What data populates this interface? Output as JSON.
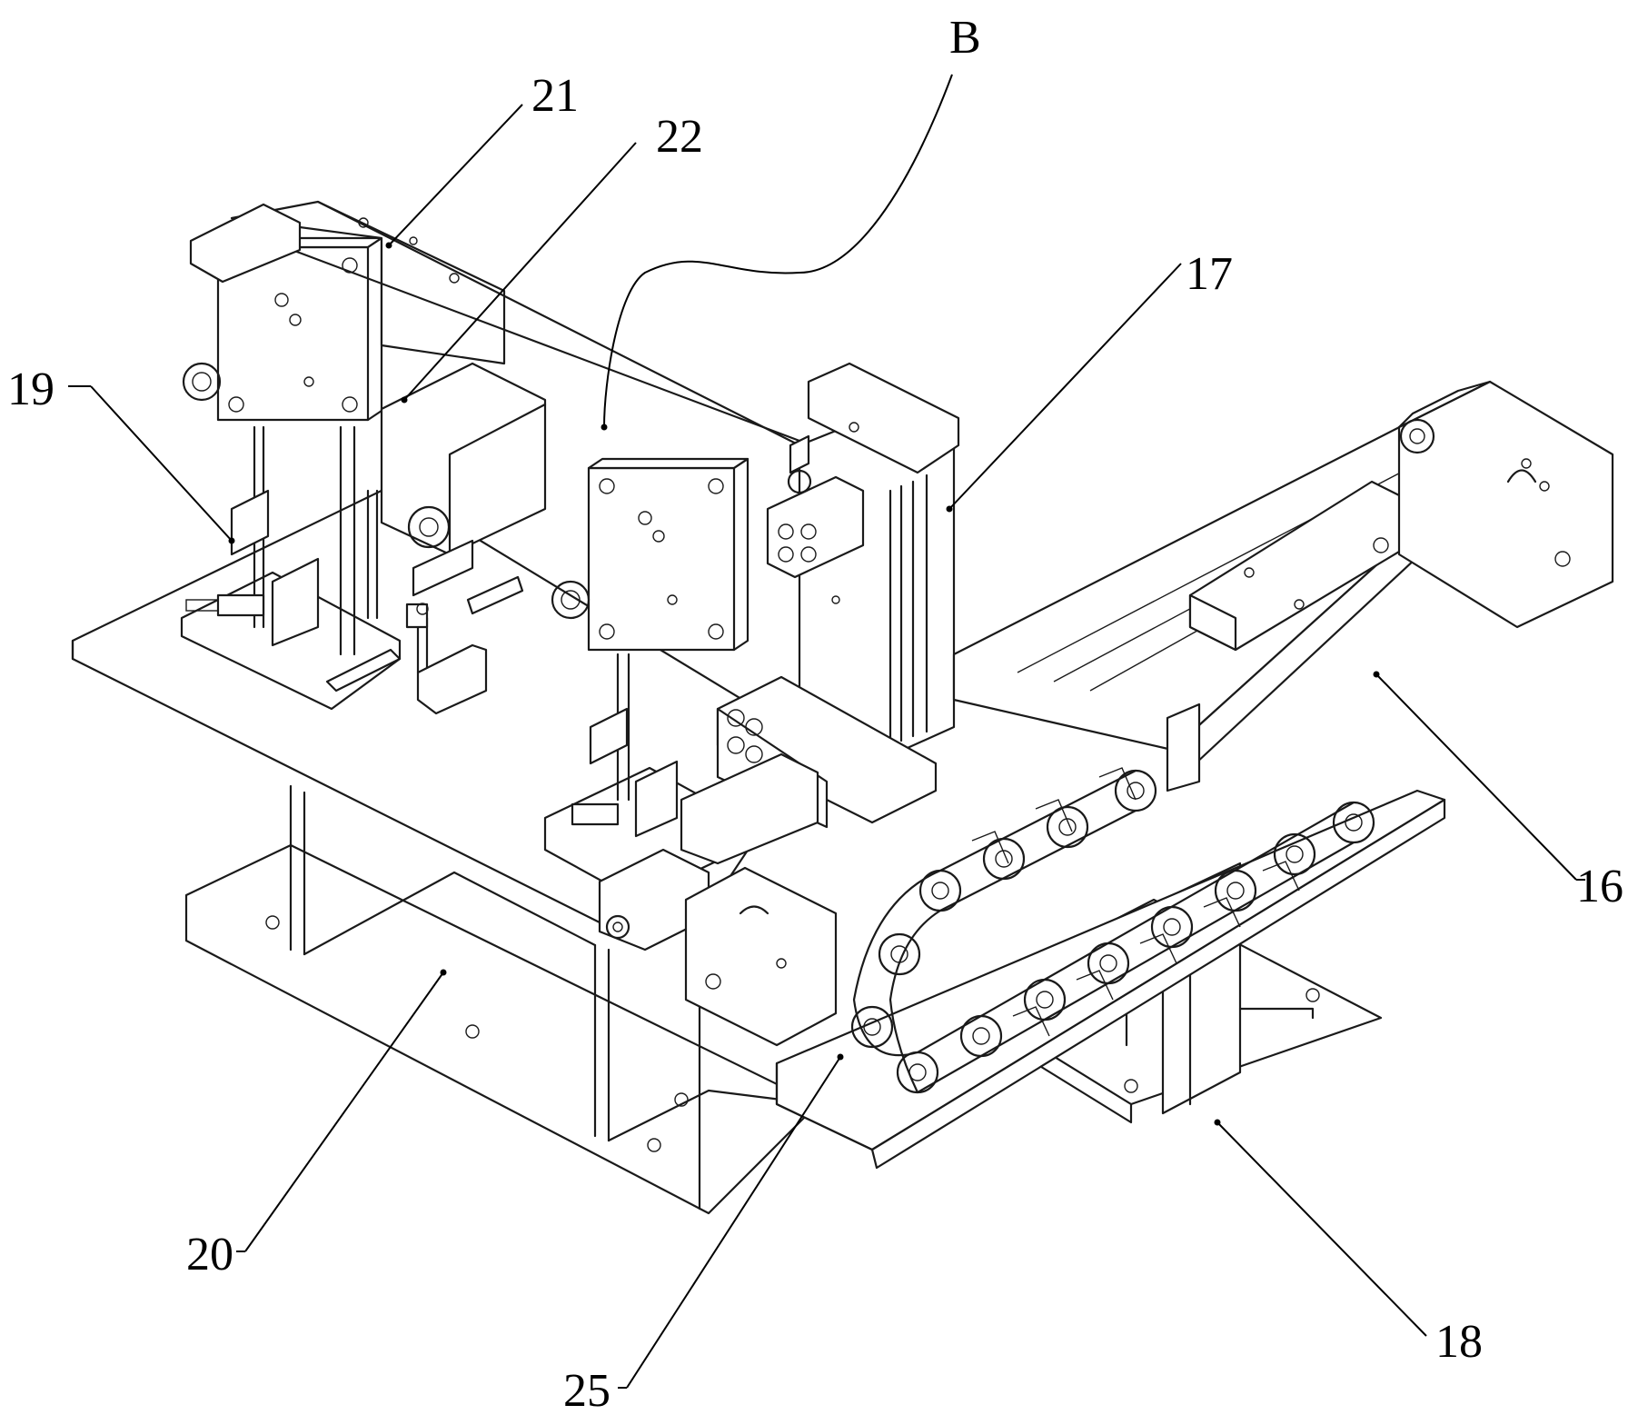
{
  "labels": {
    "l16": "16",
    "l17": "17",
    "l18": "18",
    "l19": "19",
    "l20": "20",
    "l21": "21",
    "l22": "22",
    "l25": "25",
    "lB": "B"
  }
}
